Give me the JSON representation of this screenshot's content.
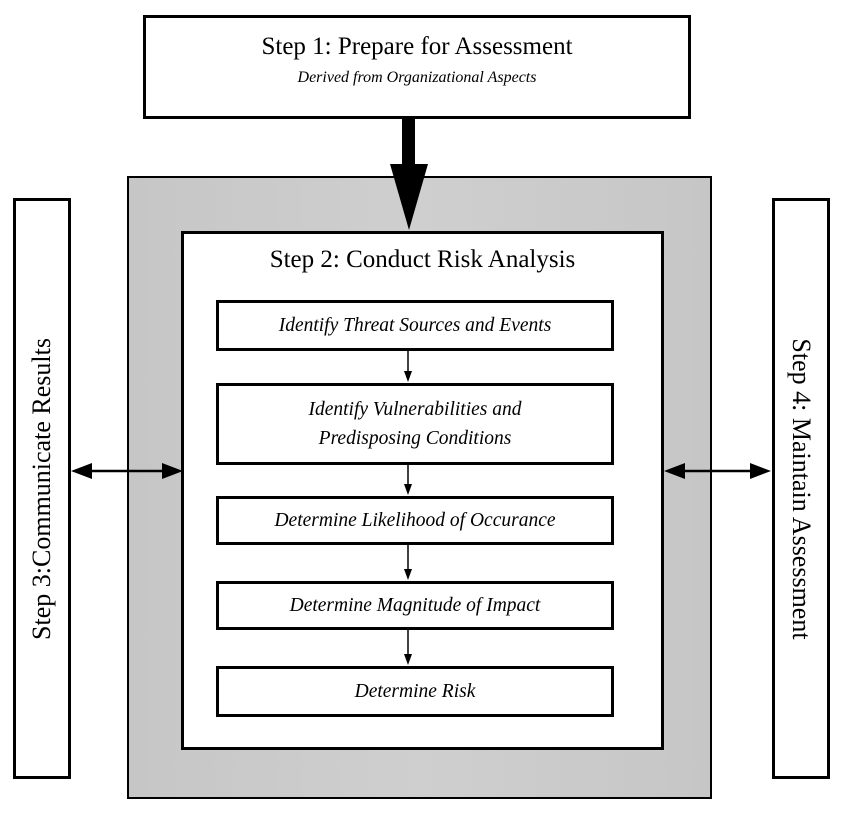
{
  "step1": {
    "title": "Step 1: Prepare for Assessment",
    "subtitle": "Derived from Organizational Aspects"
  },
  "step2": {
    "title": "Step 2: Conduct Risk Analysis",
    "tasks": [
      {
        "lines": [
          "Identify Threat Sources and Events"
        ]
      },
      {
        "lines": [
          "Identify Vulnerabilities and",
          "Predisposing Conditions"
        ]
      },
      {
        "lines": [
          "Determine Likelihood of Occurance"
        ]
      },
      {
        "lines": [
          "Determine Magnitude of Impact"
        ]
      },
      {
        "lines": [
          "Determine Risk"
        ]
      }
    ]
  },
  "step3": {
    "title": "Step 3:Communicate Results"
  },
  "step4": {
    "title": "Step 4: Maintain Assessment"
  }
}
